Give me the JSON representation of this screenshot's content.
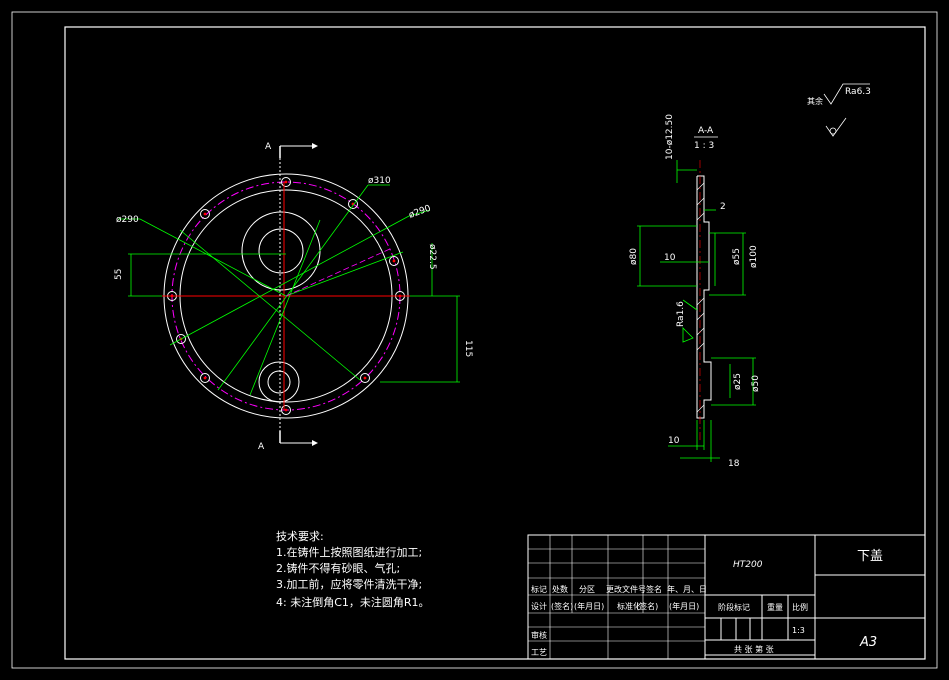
{
  "colors": {
    "background": "#000000",
    "border": "#ffffff",
    "dimension": "#00ff00",
    "center_line": "#ff0000",
    "hidden_line": "#ff00ff",
    "text": "#ffffff"
  },
  "front_view": {
    "section_mark_top": "A",
    "section_mark_bottom": "A",
    "dim_d310": "ø310",
    "dim_d290_left": "ø290",
    "dim_d290_right": "ø290",
    "dim_hole": "ø22.5",
    "dim_55": "55",
    "dim_115": "115"
  },
  "section_view": {
    "title": "A-A",
    "scale": "1 : 3",
    "dim_holes": "10-ø12.50",
    "dim_2": "2",
    "dim_d80": "ø80",
    "dim_10_mid": "10",
    "dim_d55": "ø55",
    "dim_d100": "ø100",
    "roughness_local": "Ra1.6",
    "dim_d25": "ø25",
    "dim_d50": "ø50",
    "dim_10_bottom": "10",
    "dim_18": "18"
  },
  "surface_note": {
    "label": "其余",
    "value": "Ra6.3"
  },
  "tech_requirements": {
    "title": "技术要求:",
    "items": [
      "1.在铸件上按照图纸进行加工;",
      "2.铸件不得有砂眼、气孔;",
      "3.加工前，应将零件清洗干净;",
      "4: 未注倒角C1，未注圆角R1。"
    ]
  },
  "title_block": {
    "material": "HT200",
    "part_name": "下盖",
    "sheet_size": "A3",
    "scale": "1:3",
    "row_headers": [
      "标记",
      "处数",
      "分区",
      "更改文件号",
      "签名",
      "年、月、日"
    ],
    "row_design": [
      "设计",
      "(签名)",
      "(年月日)",
      "标准化",
      "(签名)",
      "(年月日)"
    ],
    "review": "审核",
    "process": "工艺",
    "stage_label": "阶段标记",
    "weight_label": "重量",
    "ratio_label": "比例",
    "sheets_label": "共  张 第  张"
  }
}
